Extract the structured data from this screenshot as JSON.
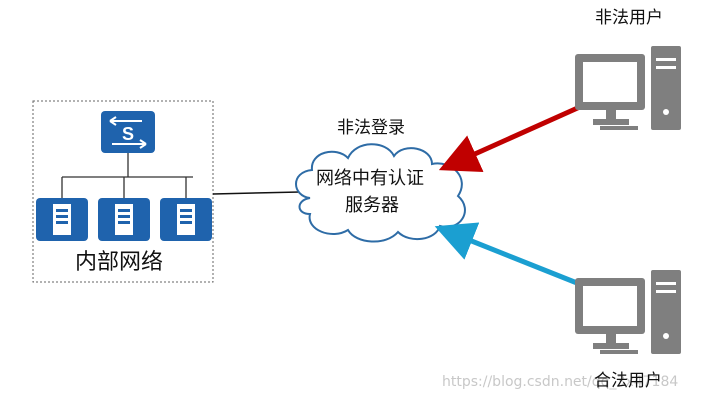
{
  "diagram": {
    "internal_network_label": "内部网络",
    "illegal_login_label": "非法登录",
    "illegal_user_label": "非法用户",
    "legal_user_label": "合法用户",
    "auth_server_lines": [
      "网络中有认证",
      "服务器"
    ],
    "switch_letter": "S",
    "watermark": "https://blog.csdn.net/qq_3x47184",
    "colors": {
      "device_blue": "#1f63ad",
      "illegal_arrow": "#c00000",
      "legal_arrow": "#1b9fd1",
      "pc_gray": "#7f7f7f",
      "cloud_stroke": "#2e6ca6"
    }
  }
}
